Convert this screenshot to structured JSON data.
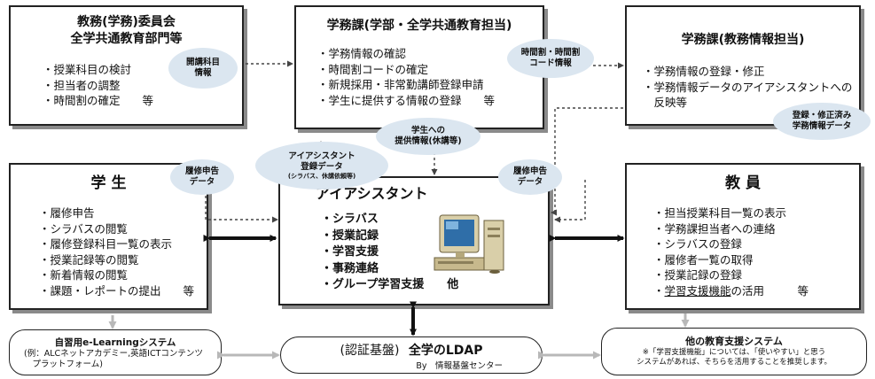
{
  "committee": {
    "title": "教務(学務)委員会\n全学共通教育部門等",
    "items": [
      "・授業科目の検討",
      "・担当者の調整",
      "・時間割の確定　　等"
    ]
  },
  "gakumu_center": {
    "title": "学務課(学部・全学共通教育担当)",
    "items": [
      "・学務情報の確認",
      "・時間割コードの確定",
      "・新規採用・非常勤講師登録申請",
      "・学生に提供する情報の登録　　等"
    ]
  },
  "gakumu_right": {
    "title": "学務課(教務情報担当)",
    "items": [
      "・学務情報の登録・修正",
      "・学務情報データのアイアシスタントへの",
      "　反映等"
    ]
  },
  "student": {
    "title": "学 生",
    "items": [
      "・履修申告",
      "・シラバスの閲覧",
      "・履修登録科目一覧の表示",
      "・授業記録等の閲覧",
      "・新着情報の閲覧",
      "・課題・レポートの提出　　等"
    ]
  },
  "ai_assistant": {
    "title": "アイアシスタント",
    "items": [
      "・シラバス",
      "・授業記録",
      "・学習支援",
      "・事務連絡",
      "・グループ学習支援　　他"
    ]
  },
  "faculty": {
    "title": "教 員",
    "items": [
      "・担当授業科目一覧の表示",
      "・学務課担当者への連絡",
      "・シラバスの登録",
      "・履修者一覧の取得",
      "・授業記録の登録"
    ],
    "last_item_prefix": "・",
    "last_item_link": "学習支援機能",
    "last_item_suffix": "の活用　　　等"
  },
  "labels": {
    "kaiko": "開講科目\n情報",
    "jikanwari": "時間割・時間割\nコード情報",
    "toroku_shusei": "登録・修正済み\n学務情報データ",
    "gakusei_teikyo": "学生への\n提供情報(休講等)",
    "ai_toroku": "アイアシスタント\n登録データ",
    "ai_toroku_sub": "(シラバス、休講依頼等)",
    "rishu_left": "履修申告\nデータ",
    "rishu_right": "履修申告\nデータ"
  },
  "elearning": {
    "title": "自習用e-Learningシステム",
    "desc": "(例：ALCネットアカデミー,英語ICTコンテンツ\n　プラットフォーム)"
  },
  "ldap": {
    "prefix": "(認証基盤)",
    "title": "全学のLDAP",
    "by": "By　情報基盤センター"
  },
  "other_system": {
    "title": "他の教育支援システム",
    "desc": "※「学習支援機能」については、「使いやすい」と思う\nシステムがあれば、そちらを活用することを推奨します。"
  },
  "colors": {
    "label_fill": "#dbe6f0",
    "border": "#222222",
    "shadow": "#8a8a8a",
    "gray_arrow": "#b8b8b8"
  },
  "icons": {
    "computer": "computer-icon"
  }
}
